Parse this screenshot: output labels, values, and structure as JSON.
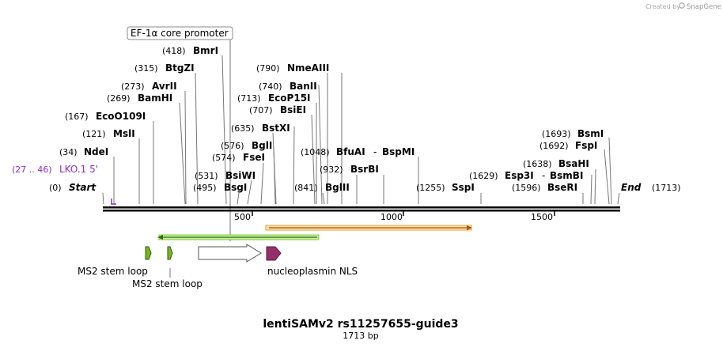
{
  "watermark": {
    "created_by": "Created by",
    "app": "SnapGene"
  },
  "map": {
    "title": "lentiSAMv2 rs11257655-guide3",
    "length_label": "1713 bp",
    "length_bp": 1713,
    "start_label": "Start",
    "start_pos": "(0)",
    "end_label": "End",
    "end_pos": "(1713)",
    "ticks": [
      500,
      1000,
      1500
    ]
  },
  "primer": {
    "name": "LKO.1 5'",
    "range": "(27 .. 46)",
    "color": "#8e2ec8"
  },
  "promoter_label": "EF-1α core promoter",
  "sites": [
    {
      "pos": "(34)",
      "name": "NdeI",
      "bp": 34
    },
    {
      "pos": "(121)",
      "name": "MslI",
      "bp": 121
    },
    {
      "pos": "(167)",
      "name": "EcoO109I",
      "bp": 167
    },
    {
      "pos": "(269)",
      "name": "BamHI",
      "bp": 269
    },
    {
      "pos": "(273)",
      "name": "AvrII",
      "bp": 273
    },
    {
      "pos": "(315)",
      "name": "BtgZI",
      "bp": 315
    },
    {
      "pos": "(418)",
      "name": "BmrI",
      "bp": 418
    },
    {
      "pos": "(495)",
      "name": "BsgI",
      "bp": 495
    },
    {
      "pos": "(531)",
      "name": "BsiWI",
      "bp": 531
    },
    {
      "pos": "(574)",
      "name": "FseI",
      "bp": 574
    },
    {
      "pos": "(576)",
      "name": "BglI",
      "bp": 576
    },
    {
      "pos": "(635)",
      "name": "BstXI",
      "bp": 635
    },
    {
      "pos": "(707)",
      "name": "BsiEI",
      "bp": 707
    },
    {
      "pos": "(713)",
      "name": "EcoP15I",
      "bp": 713
    },
    {
      "pos": "(740)",
      "name": "BanII",
      "bp": 740
    },
    {
      "pos": "(790)",
      "name": "NmeAIII",
      "bp": 790
    },
    {
      "pos": "(841)",
      "name": "BglII",
      "bp": 841
    },
    {
      "pos": "(932)",
      "name": "BsrBI",
      "bp": 932
    },
    {
      "pos": "(1048)",
      "name": "BfuAI",
      "name2": "BspMI",
      "bp": 1048
    },
    {
      "pos": "(1255)",
      "name": "SspI",
      "bp": 1255
    },
    {
      "pos": "(1596)",
      "name": "BseRI",
      "bp": 1596
    },
    {
      "pos": "(1629)",
      "name": "Esp3I",
      "name2": "BsmBI",
      "bp": 1629
    },
    {
      "pos": "(1638)",
      "name": "BsaHI",
      "bp": 1638
    },
    {
      "pos": "(1692)",
      "name": "FspI",
      "bp": 1692
    },
    {
      "pos": "(1693)",
      "name": "BsmI",
      "bp": 1693
    }
  ],
  "features": [
    {
      "label": "MS2 stem loop",
      "color": "#7ab51d"
    },
    {
      "label": "MS2 stem loop",
      "color": "#7ab51d"
    },
    {
      "label": "nucleoplasmin NLS",
      "color": "#93306b"
    }
  ],
  "colors": {
    "backbone": "#000000",
    "promoter_bar": "#7ccd3a",
    "orange_bar": "#f0a030",
    "arrow_outline": "#555555"
  }
}
